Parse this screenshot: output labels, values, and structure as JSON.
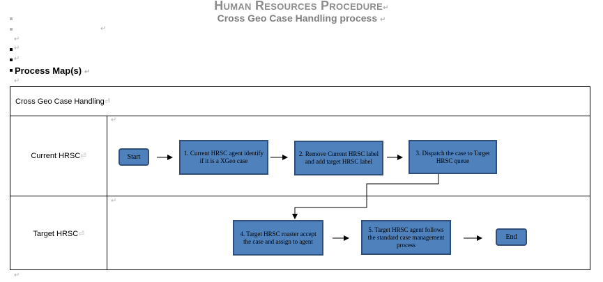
{
  "header": {
    "title": "Human Resources Procedure",
    "subtitle": "Cross Geo Case Handling process"
  },
  "section": {
    "heading": "Process Map(s)"
  },
  "table": {
    "caption": "Cross Geo Case Handling",
    "lanes": [
      {
        "label": "Current HRSC"
      },
      {
        "label": "Target HRSC"
      }
    ]
  },
  "flow": {
    "start": "Start",
    "step1": "1. Current HRSC agent identify if it is a XGeo case",
    "step2": "2. Remove Current HRSC label and add target HRSC label",
    "step3": "3. Dispatch the case to Target HRSC queue",
    "step4": "4. Target HRSC roaster accept the case and assign to agent",
    "step5": "5. Target HRSC agent follows the standard case management process",
    "end": "End"
  },
  "colors": {
    "box_fill": "#4f81bd",
    "box_border": "#2f4f7a",
    "title_gray": "#8c8c8c"
  },
  "marks": {
    "paragraph": "↵",
    "cell_end": "⏎"
  }
}
